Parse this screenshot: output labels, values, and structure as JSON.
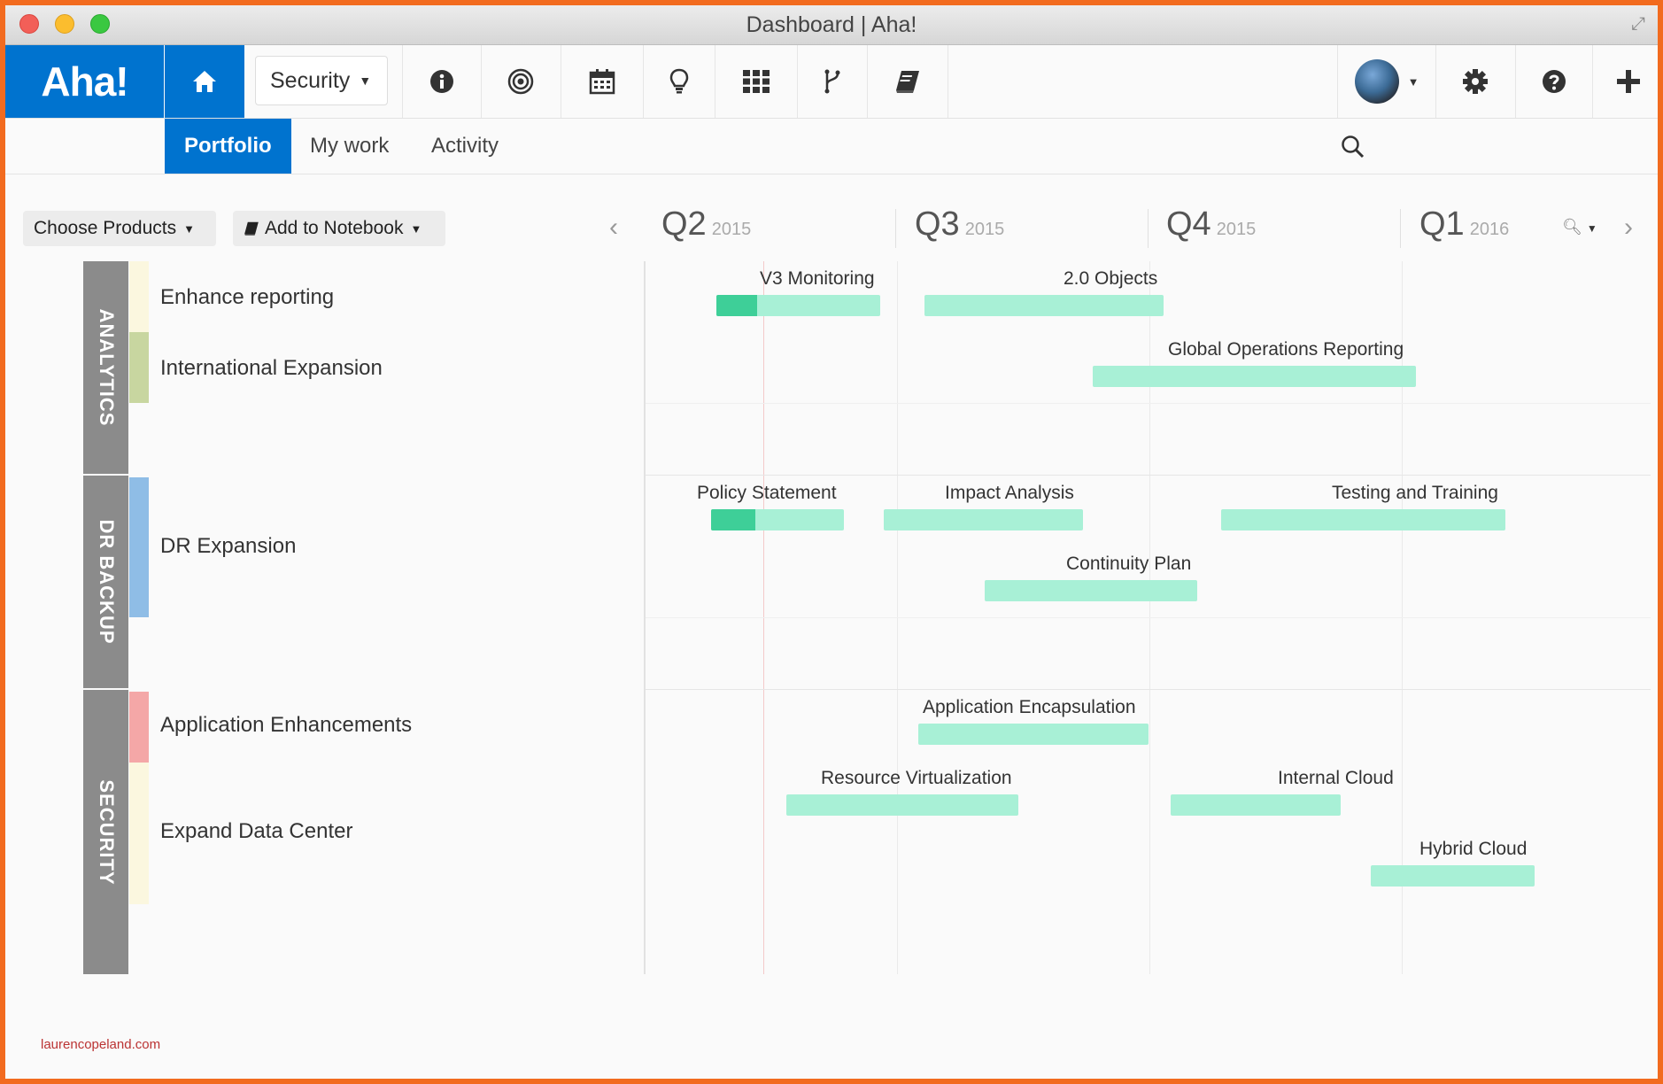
{
  "window": {
    "title": "Dashboard | Aha!"
  },
  "nav": {
    "logo": "Aha!",
    "product_select": "Security",
    "icons": [
      "home-icon",
      "info-icon",
      "target-icon",
      "calendar-icon",
      "lightbulb-icon",
      "grid-icon",
      "branch-icon",
      "notebook-icon",
      "avatar",
      "gear-icon",
      "help-icon",
      "plus-icon"
    ]
  },
  "subnav": {
    "tabs": [
      "Portfolio",
      "My work",
      "Activity"
    ],
    "active_tab": "Portfolio"
  },
  "toolbar": {
    "choose_products": "Choose Products",
    "add_to_notebook": "Add to Notebook"
  },
  "quarters": [
    {
      "q": "Q2",
      "year": "2015"
    },
    {
      "q": "Q3",
      "year": "2015"
    },
    {
      "q": "Q4",
      "year": "2015"
    },
    {
      "q": "Q1",
      "year": "2016"
    }
  ],
  "sections": [
    {
      "label": "ANALYTICS",
      "initiatives": [
        "Enhance reporting",
        "International Expansion"
      ]
    },
    {
      "label": "DR BACKUP",
      "initiatives": [
        "DR Expansion"
      ]
    },
    {
      "label": "SECURITY",
      "initiatives": [
        "Application Enhancements",
        "Expand Data Center"
      ]
    }
  ],
  "bars": [
    {
      "name": "V3 Monitoring",
      "progress": 0.25
    },
    {
      "name": "2.0 Objects",
      "progress": 0
    },
    {
      "name": "Global Operations Reporting",
      "progress": 0
    },
    {
      "name": "Policy Statement",
      "progress": 0.33
    },
    {
      "name": "Impact Analysis",
      "progress": 0
    },
    {
      "name": "Testing and Training",
      "progress": 0
    },
    {
      "name": "Continuity Plan",
      "progress": 0
    },
    {
      "name": "Application Encapsulation",
      "progress": 0
    },
    {
      "name": "Resource Virtualization",
      "progress": 0
    },
    {
      "name": "Internal Cloud",
      "progress": 0
    },
    {
      "name": "Hybrid Cloud",
      "progress": 0
    }
  ],
  "colors": {
    "brand": "#0073cf",
    "window_border": "#f26b1f",
    "bar": "#a8f0d6",
    "bar_progress": "#3ecf98",
    "section_label": "#8b8b8b"
  },
  "watermark": "laurencopeland.com"
}
